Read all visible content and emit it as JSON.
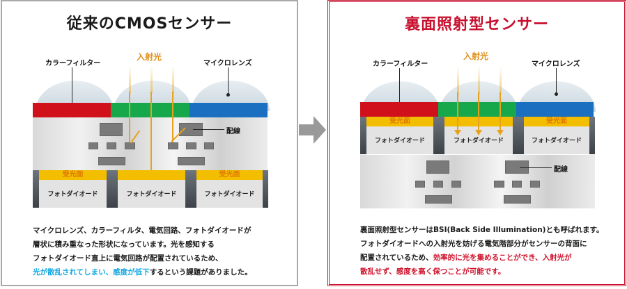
{
  "transition_arrow": {
    "icon": "right-arrow-icon",
    "color": "#999999"
  },
  "left_panel": {
    "title": "従来のCMOSセンサー",
    "border_color": "#a9a9a9",
    "labels": {
      "color_filter": "カラーフィルター",
      "incident_light": "入射光",
      "microlens": "マイクロレンズ",
      "wiring": "配線"
    },
    "filters": [
      {
        "color": "red",
        "hex": "#d0111c"
      },
      {
        "color": "green",
        "hex": "#16a84a"
      },
      {
        "color": "blue",
        "hex": "#1a6fc0"
      }
    ],
    "photodiodes": [
      {
        "surface_label": "受光面",
        "label": "フォトダイオード"
      },
      {
        "surface_label": "",
        "label": "フォトダイオード"
      },
      {
        "surface_label": "受光面",
        "label": "フォトダイオード"
      }
    ],
    "description": {
      "line1": "マイクロレンズ、カラーフィルタ、電気回路、フォトダイオードが",
      "line2": "層状に積み重なった形状になっています。光を感知する",
      "line3": "フォトダイオード直上に電気回路が配置されているため、",
      "line4_highlight": "光が散乱されてしまい、感度が低下",
      "line4_rest": "するという課題がありました。",
      "highlight_color": "#13a8e0"
    }
  },
  "right_panel": {
    "title": "裏面照射型センサー",
    "title_color": "#c8102e",
    "border_color": "#c8102e",
    "labels": {
      "color_filter": "カラーフィルター",
      "incident_light": "入射光",
      "microlens": "マイクロレンズ",
      "wiring": "配線"
    },
    "filters": [
      {
        "color": "red",
        "hex": "#d0111c"
      },
      {
        "color": "green",
        "hex": "#16a84a"
      },
      {
        "color": "blue",
        "hex": "#1a6fc0"
      }
    ],
    "photodiodes": [
      {
        "surface_label": "受光面",
        "label": "フォトダイオード"
      },
      {
        "surface_label": "",
        "label": "フォトダイオード"
      },
      {
        "surface_label": "受光面",
        "label": "フォトダイオード"
      }
    ],
    "description": {
      "line1": "裏面照射型センサーはBSI(Back Side Illumination)とも呼ばれます。",
      "line2": "フォトダイオードへの入射光を妨げる電気階部分がセンサーの背面に",
      "line3_start": "配置されているため、",
      "line3_highlight": "効率的に光を集めることができ、入射光が",
      "line4_highlight": "散乱せず、感度を高く保つことが可能です。",
      "highlight_color": "#d0112b"
    }
  }
}
